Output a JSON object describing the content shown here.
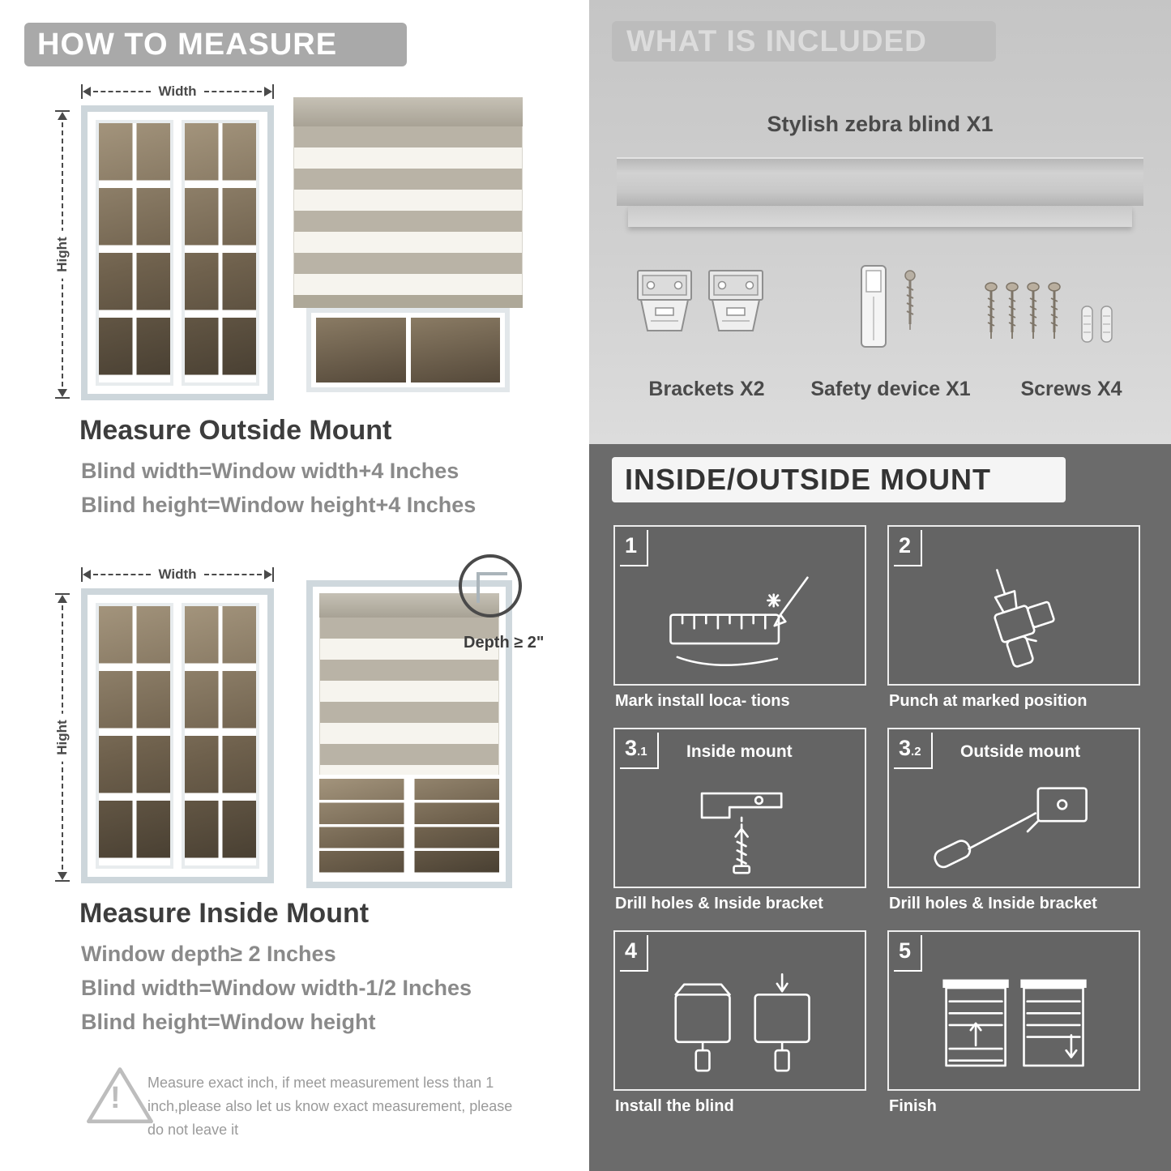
{
  "colors": {
    "banner_gray": "#a9a9a9",
    "included_panel_gray": "#cccccc",
    "mount_panel_dark": "#6b6b6b",
    "heading_dark": "#3d3d3d",
    "body_gray": "#8a8a8a",
    "stripe_tan": "#b9b3a6",
    "stripe_sheer": "#f6f4ee"
  },
  "left": {
    "banner": "HOW TO MEASURE",
    "outside_diagram": {
      "width_label": "Width",
      "height_label": "Hight"
    },
    "outside": {
      "heading": "Measure Outside Mount",
      "line1": "Blind width=Window width+4 Inches",
      "line2": "Blind height=Window height+4 Inches"
    },
    "inside_diagram": {
      "width_label": "Width",
      "height_label": "Hight",
      "depth_note": "Depth ≥ 2\""
    },
    "inside": {
      "heading": "Measure Inside Mount",
      "line1": "Window depth≥ 2 Inches",
      "line2": "Blind width=Window width-1/2 Inches",
      "line3": "Blind height=Window height"
    },
    "warning": {
      "mark": "!",
      "text": "Measure exact inch, if meet measurement less than 1 inch,please also let us know exact measurement, please do not leave it"
    }
  },
  "included": {
    "banner": "WHAT IS INCLUDED",
    "blind_label": "Stylish zebra blind X1",
    "items": [
      {
        "label": "Brackets X2",
        "icon": "bracket-icon"
      },
      {
        "label": "Safety device X1",
        "icon": "safety-device-icon"
      },
      {
        "label": "Screws X4",
        "icon": "screw-icon"
      }
    ]
  },
  "mount": {
    "banner": "INSIDE/OUTSIDE MOUNT",
    "steps": [
      {
        "num": "1",
        "caption": "Mark install loca- tions"
      },
      {
        "num": "2",
        "caption": "Punch at  marked position"
      },
      {
        "num": "3",
        "sub": ".1",
        "title": "Inside mount",
        "caption": "Drill holes &  Inside bracket"
      },
      {
        "num": "3",
        "sub": ".2",
        "title": "Outside mount",
        "caption": "Drill holes &  Inside bracket"
      },
      {
        "num": "4",
        "caption": "Install the blind"
      },
      {
        "num": "5",
        "caption": "Finish"
      }
    ]
  }
}
